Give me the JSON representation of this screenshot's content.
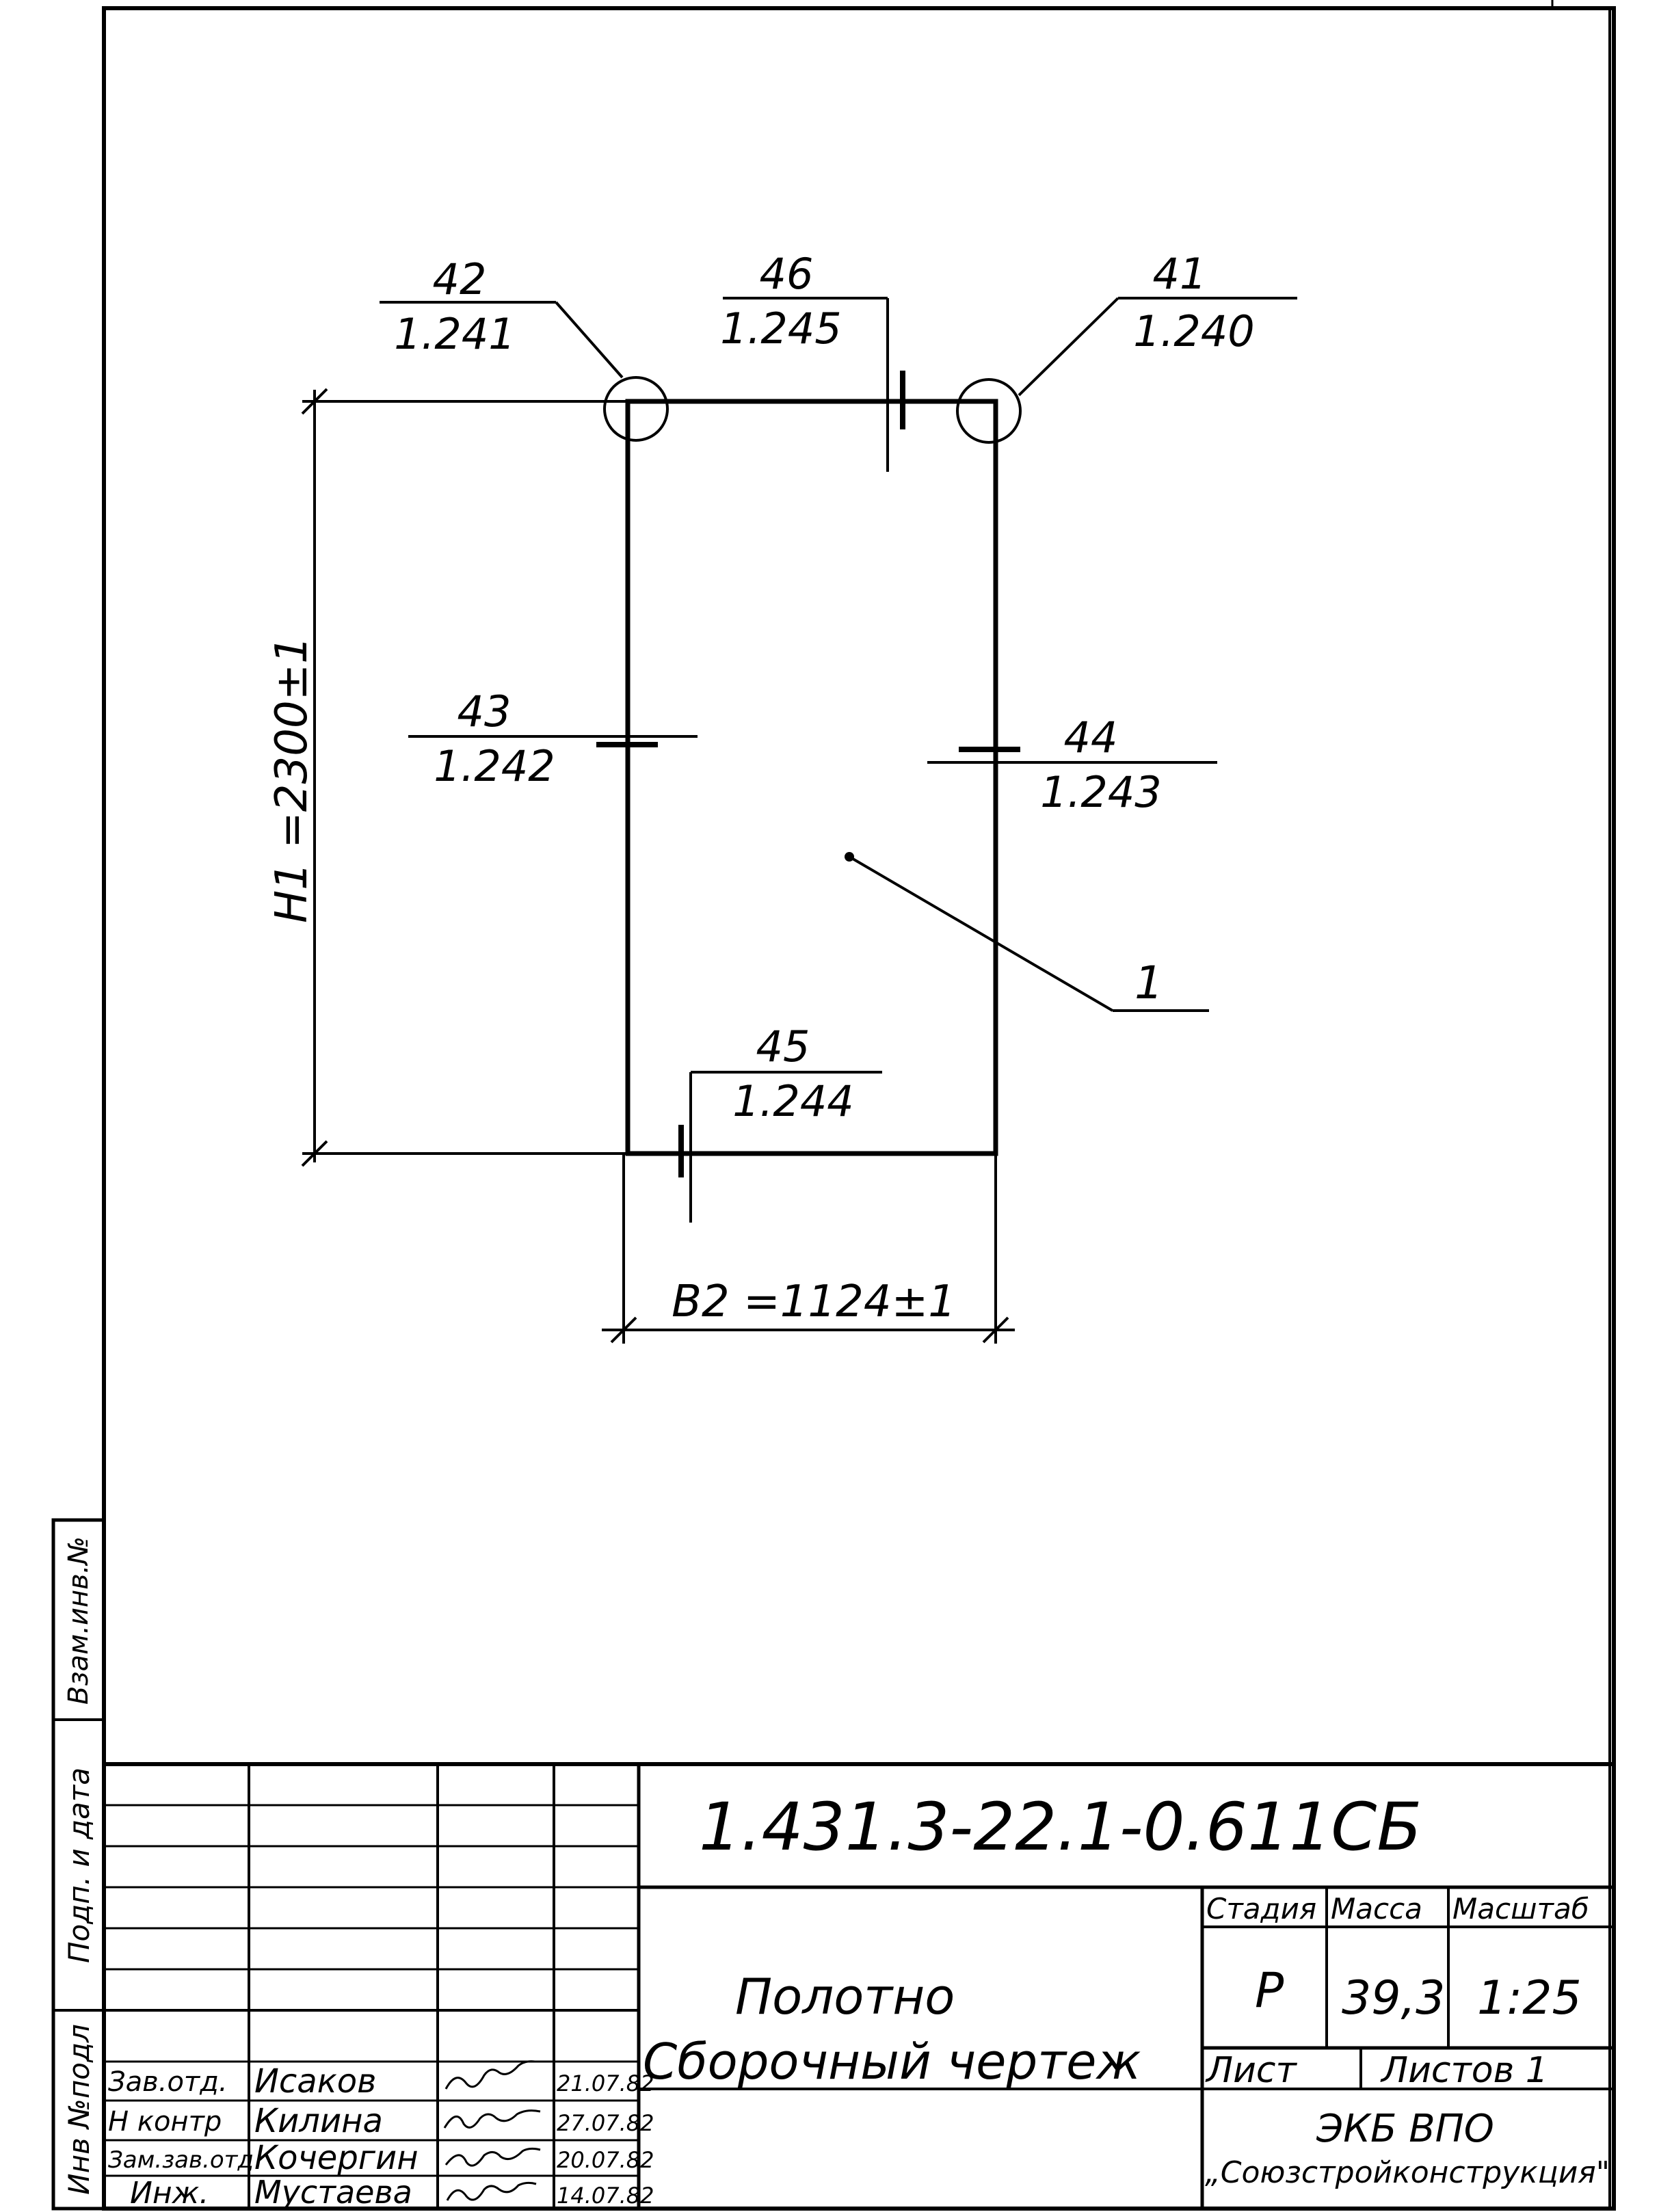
{
  "drawing": {
    "callouts": [
      {
        "num": "42",
        "ref": "1.241"
      },
      {
        "num": "46",
        "ref": "1.245"
      },
      {
        "num": "41",
        "ref": "1.240"
      },
      {
        "num": "43",
        "ref": "1.242"
      },
      {
        "num": "44",
        "ref": "1.243"
      },
      {
        "num": "45",
        "ref": "1.244"
      }
    ],
    "part_label": "1",
    "dim_height": "H1 =2300±1",
    "dim_width": "B2 =1124±1"
  },
  "side_stamp": {
    "vzam": "Взам.инв.№",
    "podp": "Подп. и дата",
    "inv": "Инв №подл"
  },
  "title_block": {
    "designation": "1.431.3-22.1-0.611СБ",
    "name_line1": "Полотно",
    "name_line2": "Сборочный чертеж",
    "headers": {
      "stage": "Стадия",
      "mass": "Масса",
      "scale": "Масштаб"
    },
    "values": {
      "stage": "Р",
      "mass": "39,3",
      "scale": "1:25"
    },
    "sheet_label": "Лист",
    "sheets_label": "Листов 1",
    "org_line1": "ЭКБ ВПО",
    "org_line2": "„Союзстройконструкция\"",
    "people": [
      {
        "role": "Зав.отд.",
        "name": "Исаков",
        "date": "21.07.82"
      },
      {
        "role": "Н контр",
        "name": "Килина",
        "date": "27.07.82"
      },
      {
        "role": "Зам.зав.отд",
        "name": "Кочергин",
        "date": "20.07.82"
      },
      {
        "role": "Инж.",
        "name": "Мустаева",
        "date": "14.07.82"
      }
    ]
  }
}
